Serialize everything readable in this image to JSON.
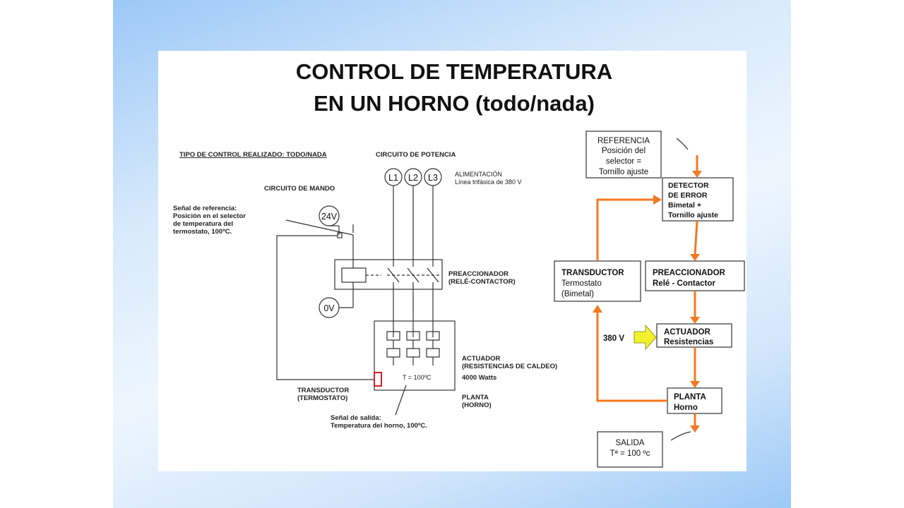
{
  "title": {
    "line1": "CONTROL DE TEMPERATURA",
    "line2": "EN UN HORNO (todo/nada)"
  },
  "circuit": {
    "tipo_control": "TIPO DE CONTROL REALIZADO: TODO/NADA",
    "circuito_potencia": "CIRCUITO DE POTENCIA",
    "circuito_mando": "CIRCUITO DE MANDO",
    "lines": [
      "L1",
      "L2",
      "L3"
    ],
    "alimentacion": {
      "l1": "ALIMENTACIÓN",
      "l2": "Línea trifásica de 380 V"
    },
    "senal_referencia": [
      "Señal de referencia:",
      "Posición en el selector",
      "de temperatura del",
      "termostato, 100ºC."
    ],
    "v24": "24V",
    "v0": "0V",
    "preaccionador": {
      "l1": "PREACCIONADOR",
      "l2": "(RELÉ-CONTACTOR)"
    },
    "actuador": {
      "l1": "ACTUADOR",
      "l2": "(RESISTENCIAS DE CALDEO)",
      "l3": "4000 Watts"
    },
    "temperatura": "T = 100ºC",
    "planta": {
      "l1": "PLANTA",
      "l2": "(HORNO)"
    },
    "transductor": {
      "l1": "TRANSDUCTOR",
      "l2": "(TERMOSTATO)"
    },
    "senal_salida": {
      "l1": "Señal de salida:",
      "l2": "Temperatura del horno, 100ºC."
    }
  },
  "block": {
    "referencia": [
      "REFERENCIA",
      "Posición del",
      "selector =",
      "Tornillo ajuste"
    ],
    "detector": [
      "DETECTOR",
      "DE ERROR",
      "Bimetal +",
      "Tornillo ajuste"
    ],
    "preaccionador": [
      "PREACCIONADOR",
      "Relé - Contactor"
    ],
    "transductor": [
      "TRANSDUCTOR",
      "Termostato",
      "(Bimetal)"
    ],
    "actuador": [
      "ACTUADOR",
      "Resistencias"
    ],
    "v380": "380 V",
    "planta": [
      "PLANTA",
      "Horno"
    ],
    "salida": [
      "SALIDA",
      "Tª = 100 ºc"
    ]
  },
  "colors": {
    "flow": "#f47920",
    "input_arrow": "#f0f22e",
    "sensor": "#d62020"
  }
}
